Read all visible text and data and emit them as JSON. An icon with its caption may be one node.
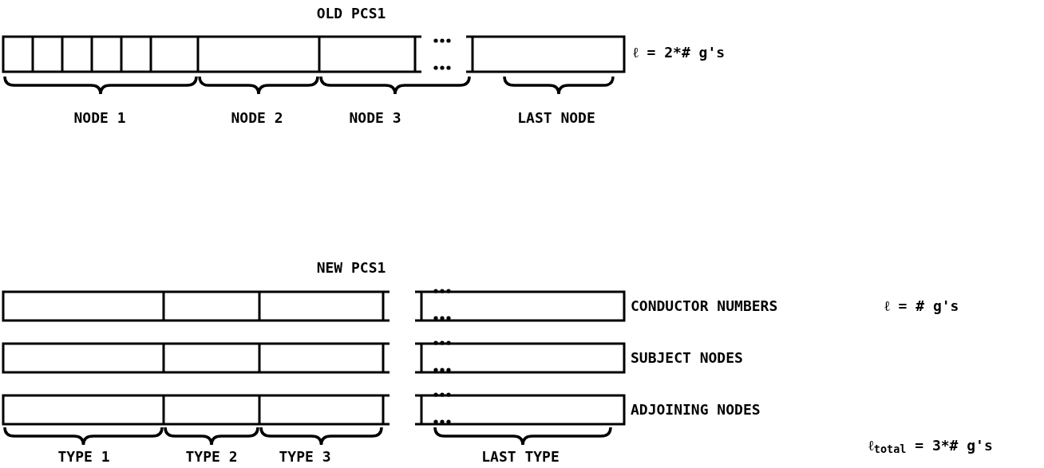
{
  "diagram": {
    "labels": [
      "OLD PCS1",
      "ℓ = 2*# g's",
      "NODE 1",
      "NODE 2",
      "NODE 3",
      "LAST NODE",
      "NEW PCS1",
      "CONDUCTOR NUMBERS",
      "ℓ = # g's",
      "SUBJECT NODES",
      "ADJOINING NODES",
      "ℓ$_{total}$ = 3*# g's",
      "TYPE 1",
      "TYPE 2",
      "TYPE 3",
      "LAST TYPE"
    ]
  }
}
